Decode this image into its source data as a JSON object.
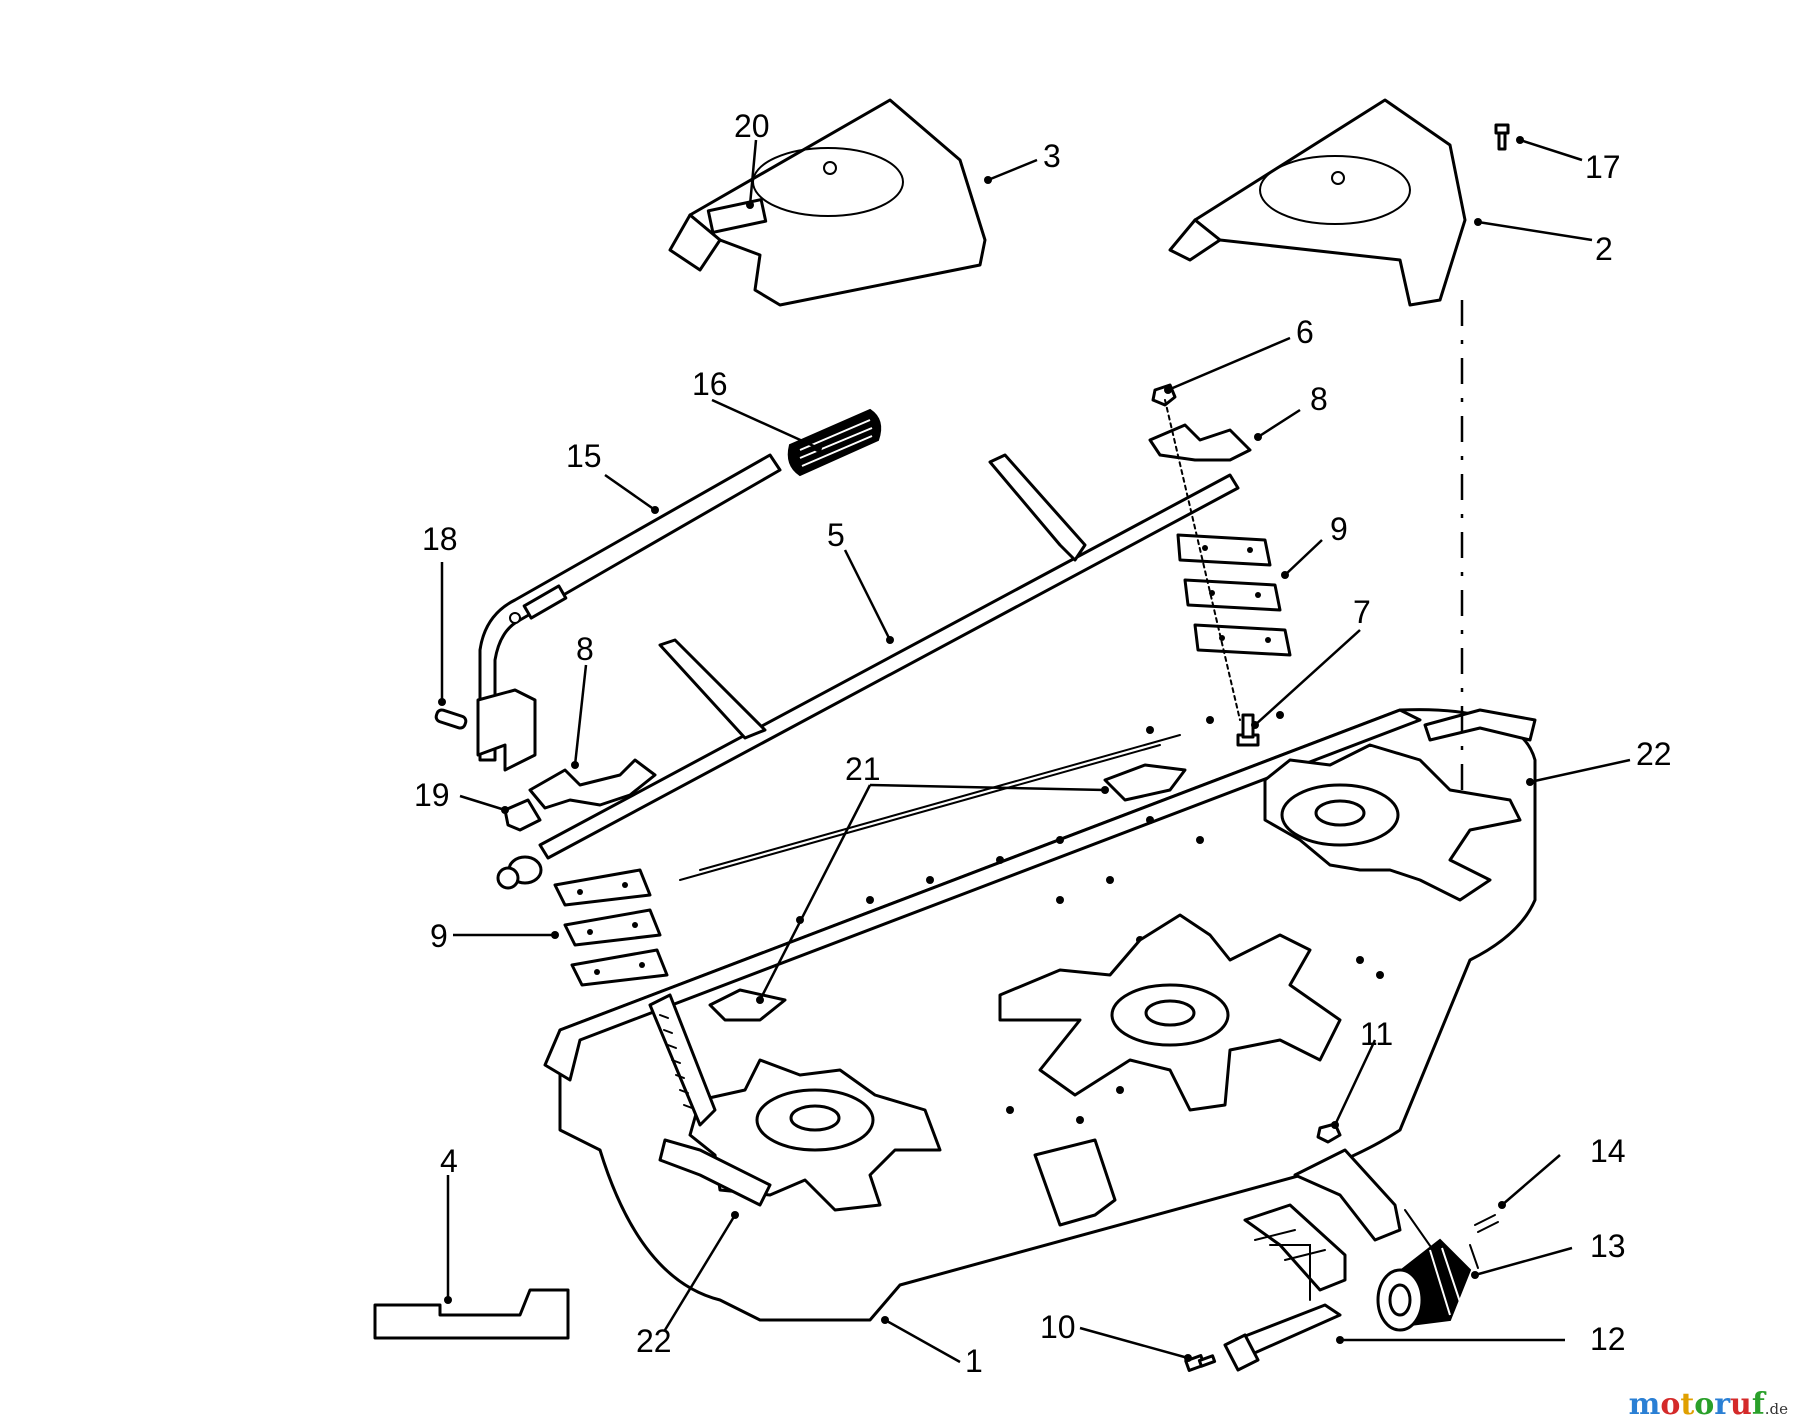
{
  "callouts": {
    "c1": "1",
    "c2": "2",
    "c3": "3",
    "c4": "4",
    "c5": "5",
    "c6": "6",
    "c7": "7",
    "c8a": "8",
    "c8b": "8",
    "c9a": "9",
    "c9b": "9",
    "c10": "10",
    "c11": "11",
    "c12": "12",
    "c13": "13",
    "c14": "14",
    "c15": "15",
    "c16": "16",
    "c17": "17",
    "c18": "18",
    "c19": "19",
    "c20": "20",
    "c21": "21",
    "c22a": "22",
    "c22b": "22"
  },
  "watermark": {
    "brand": "motoruf",
    "domain": ".de",
    "colors": [
      "#2a7fd4",
      "#d42a2a",
      "#e0a000",
      "#2aa02a",
      "#2a7fd4",
      "#d42a2a",
      "#2aa02a"
    ]
  }
}
